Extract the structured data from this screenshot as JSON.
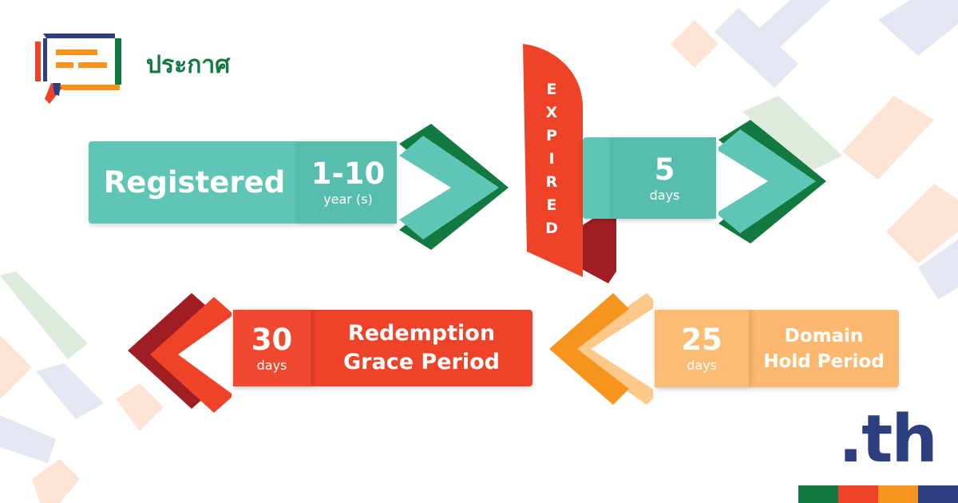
{
  "header": {
    "title": "ประกาศ",
    "icon": "announcement-icon"
  },
  "stages": {
    "registered": {
      "label": "Registered",
      "value": "1-10",
      "unit": "year (s)"
    },
    "expired": {
      "label": "EXPIRED",
      "value": "5",
      "unit": "days"
    },
    "hold": {
      "value": "25",
      "unit": "days",
      "label_line1": "Domain",
      "label_line2": "Hold Period"
    },
    "redemption": {
      "value": "30",
      "unit": "days",
      "label_line1": "Redemption",
      "label_line2": "Grace Period"
    }
  },
  "brand": {
    "logo": ".th"
  },
  "colors": {
    "teal": "#5fc5b4",
    "teal_dark": "#4fb4a3",
    "green": "#127a40",
    "red": "#ee4328",
    "red_dark": "#a01d24",
    "peach": "#fbb86e",
    "orange": "#f7941e",
    "navy": "#2e3f7f",
    "bg_green": "#dfeadf",
    "bg_peach": "#fde4d5",
    "bg_lavender": "#e4e6f1"
  }
}
